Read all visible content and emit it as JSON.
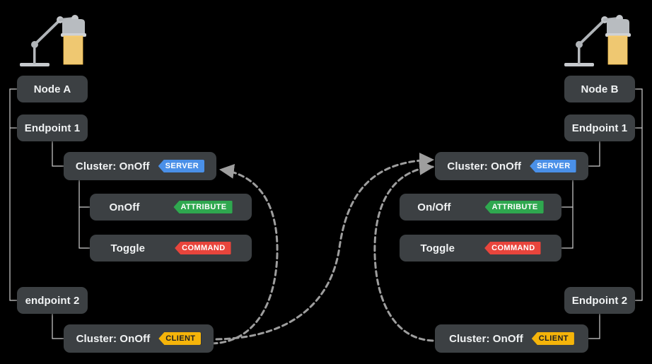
{
  "diagram": {
    "background": "#000000",
    "node_fill": "#3c4043",
    "edge_color": "#d0d0d0",
    "flow_color": "#9e9e9e",
    "badge_colors": {
      "server": "#4a90e8",
      "client": "#f5b40a",
      "attribute": "#2fa84f",
      "command": "#e8453c"
    }
  },
  "left": {
    "lamp_icon": "desk-lamp-icon",
    "node": {
      "label": "Node A"
    },
    "endpoint1": {
      "label": "Endpoint 1"
    },
    "cluster_server": {
      "label": "Cluster: OnOff",
      "badge": "SERVER",
      "badge_kind": "server"
    },
    "attribute": {
      "label": "OnOff",
      "badge": "ATTRIBUTE",
      "badge_kind": "attribute"
    },
    "command": {
      "label": "Toggle",
      "badge": "COMMAND",
      "badge_kind": "command"
    },
    "endpoint2": {
      "label": "endpoint 2"
    },
    "cluster_client": {
      "label": "Cluster: OnOff",
      "badge": "CLIENT",
      "badge_kind": "client"
    }
  },
  "right": {
    "lamp_icon": "desk-lamp-icon",
    "node": {
      "label": "Node B"
    },
    "endpoint1": {
      "label": "Endpoint 1"
    },
    "cluster_server": {
      "label": "Cluster: OnOff",
      "badge": "SERVER",
      "badge_kind": "server"
    },
    "attribute": {
      "label": "On/Off",
      "badge": "ATTRIBUTE",
      "badge_kind": "attribute"
    },
    "command": {
      "label": "Toggle",
      "badge": "COMMAND",
      "badge_kind": "command"
    },
    "endpoint2": {
      "label": "Endpoint 2"
    },
    "cluster_client": {
      "label": "Cluster: OnOff",
      "badge": "CLIENT",
      "badge_kind": "client"
    }
  }
}
